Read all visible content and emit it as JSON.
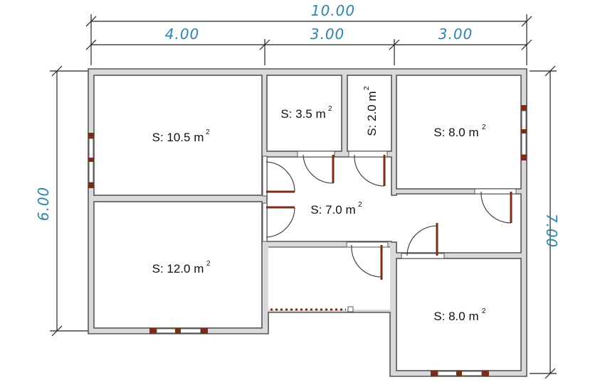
{
  "dimensions": {
    "top_total": "10.00",
    "top_segments": [
      "4.00",
      "3.00",
      "3.00"
    ],
    "left": "6.00",
    "right": "7.00"
  },
  "rooms": [
    {
      "area": "S: 10.5 m",
      "exp": "2"
    },
    {
      "area": "S: 3.5 m",
      "exp": "2"
    },
    {
      "area": "S: 2.0 m",
      "exp": "2"
    },
    {
      "area": "S: 8.0 m",
      "exp": "2"
    },
    {
      "area": "S: 7.0 m",
      "exp": "2"
    },
    {
      "area": "S: 12.0 m",
      "exp": "2"
    },
    {
      "area": "S: 8.0 m",
      "exp": "2"
    }
  ],
  "colors": {
    "dimension_text": "#2d86a8",
    "door": "#7a2e1a",
    "wall_fill": "#d9d9d9"
  }
}
